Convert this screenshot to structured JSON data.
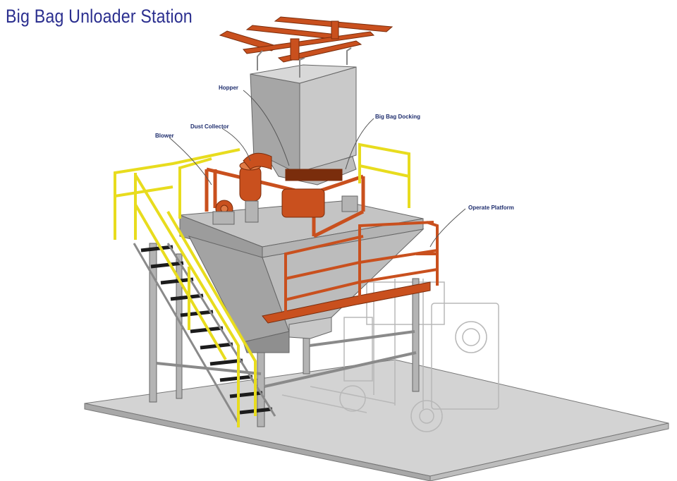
{
  "title": "Big Bag Unloader Station",
  "callouts": {
    "hopper": "Hopper",
    "big_bag_docking": "Big Bag Docking",
    "dust_collector": "Dust Collector",
    "blower": "Blower",
    "operate_platform": "Operate Platform"
  },
  "colors": {
    "steel_orange": "#c9501e",
    "railing_yellow": "#e8dc1e",
    "concrete": "#cfcfcf",
    "structure_gray": "#a9a9a9",
    "title_blue": "#2b2f8f"
  },
  "icons": [
    "forklift-outline"
  ]
}
